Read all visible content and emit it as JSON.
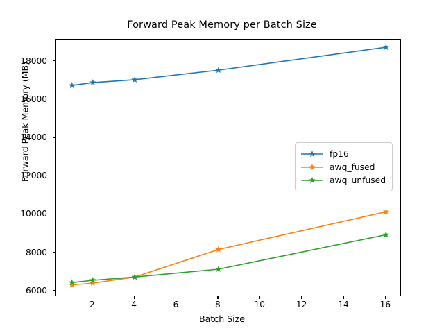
{
  "chart_data": {
    "type": "line",
    "title": "Forward Peak Memory per Batch Size",
    "xlabel": "Batch Size",
    "ylabel": "Forward Peak Memory (MB)",
    "x": [
      1,
      2,
      4,
      8,
      16
    ],
    "xlim": [
      0.25,
      16.75
    ],
    "ylim": [
      5700,
      19150
    ],
    "xticks": [
      2,
      4,
      6,
      8,
      10,
      12,
      14,
      16
    ],
    "yticks": [
      6000,
      8000,
      10000,
      12000,
      14000,
      16000,
      18000
    ],
    "grid": false,
    "legend_position": "center right",
    "marker": "star",
    "series": [
      {
        "name": "fp16",
        "color": "#1f77b4",
        "values": [
          16750,
          16900,
          17050,
          17550,
          18750
        ]
      },
      {
        "name": "awq_fused",
        "color": "#ff7f0e",
        "values": [
          6330,
          6420,
          6740,
          8180,
          10150
        ]
      },
      {
        "name": "awq_unfused",
        "color": "#2ca02c",
        "values": [
          6450,
          6570,
          6740,
          7150,
          8950
        ]
      }
    ]
  },
  "figure": {
    "background": "#ffffff",
    "axes_color": "#000000"
  }
}
